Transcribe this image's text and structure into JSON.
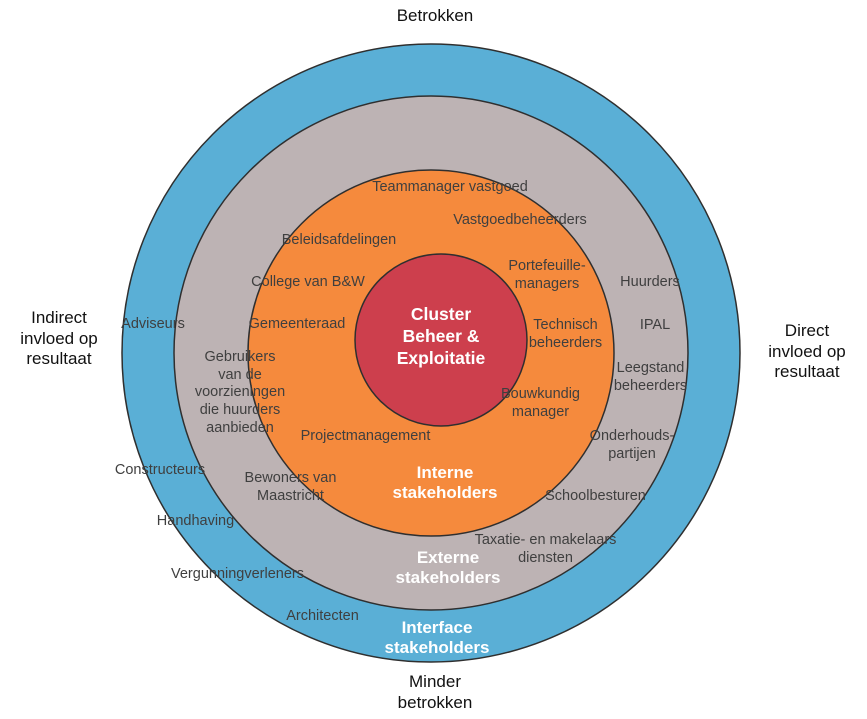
{
  "colors": {
    "outer_ring": "#5aafd6",
    "external_ring": "#bdb3b4",
    "internal_ring": "#f58a3d",
    "core": "#cd3f4d",
    "ring_outline": "#2f2f2f"
  },
  "axis_labels": {
    "top": "Betrokken",
    "bottom": "Minder\nbetrokken",
    "left": "Indirect\ninvloed op\nresultaat",
    "right": "Direct\ninvloed op\nresultaat"
  },
  "core": {
    "label": "Cluster\nBeheer &\nExploitatie"
  },
  "rings": {
    "internal": {
      "title": "Interne\nstakeholders",
      "items": {
        "teammanager": "Teammanager vastgoed",
        "vastgoedbeheerders": "Vastgoedbeheerders",
        "beleidsafdelingen": "Beleidsafdelingen",
        "college": "College van B&W",
        "portefeuillemanagers": "Portefeuille-\nmanagers",
        "gemeenteraad": "Gemeenteraad",
        "technisch": "Technisch\nbeheerders",
        "bouwkundig": "Bouwkundig\nmanager",
        "projectmanagement": "Projectmanagement"
      }
    },
    "external": {
      "title": "Externe\nstakeholders",
      "items": {
        "huurders": "Huurders",
        "ipal": "IPAL",
        "gebruikers": "Gebruikers\nvan de\nvoorzieningen\ndie huurders\naanbieden",
        "leegstand": "Leegstand\nbeheerders",
        "onderhoud": "Onderhouds-\npartijen",
        "bewoners": "Bewoners van\nMaastricht",
        "schoolbesturen": "Schoolbesturen",
        "taxatie": "Taxatie- en makelaars\ndiensten"
      }
    },
    "interface": {
      "title": "Interface\nstakeholders",
      "items": {
        "adviseurs": "Adviseurs",
        "constructeurs": "Constructeurs",
        "handhaving": "Handhaving",
        "vergunning": "Vergunningverleners",
        "architecten": "Architecten"
      }
    }
  }
}
